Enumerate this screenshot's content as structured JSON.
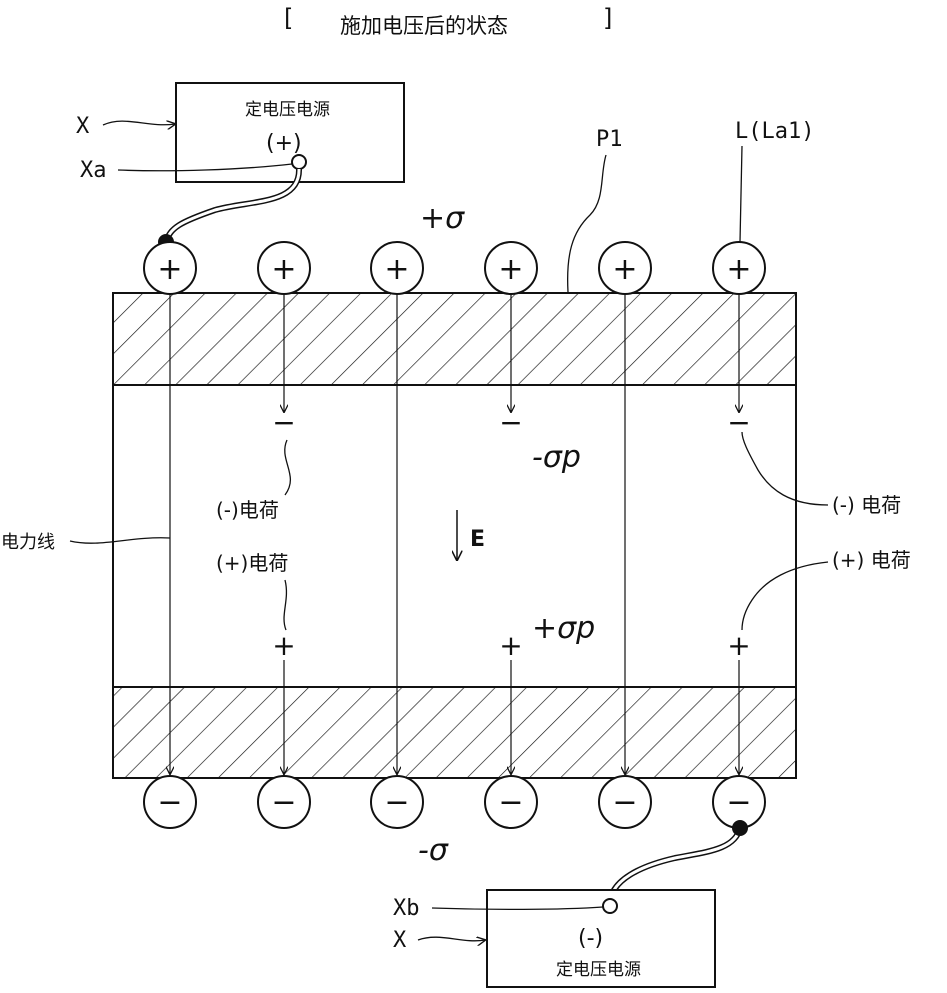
{
  "title": {
    "bracket_left": "[",
    "text": "施加电压后的状态",
    "bracket_right": "]"
  },
  "top_source": {
    "box_label": "定电压电源",
    "terminal": "(+)",
    "label_x": "X",
    "label_terminal": "Xa"
  },
  "bottom_source": {
    "box_label": "定电压电源",
    "terminal": "(-)",
    "label_x": "X",
    "label_terminal": "Xb"
  },
  "labels": {
    "p1": "P1",
    "l_la1": "L(La1)",
    "plus_sigma": "+σ",
    "minus_sigma": "-σ",
    "minus_sigma_p": "-σp",
    "plus_sigma_p": "+σp",
    "field": "E",
    "field_line": "电力线",
    "neg_charge_center": "(-)电荷",
    "pos_charge_center": "(+)电荷",
    "neg_charge_right": "(-) 电荷",
    "pos_charge_right": "(+) 电荷"
  },
  "top_charges": [
    "+",
    "+",
    "+",
    "+",
    "+",
    "+"
  ],
  "bottom_charges": [
    "−",
    "−",
    "−",
    "−",
    "−",
    "−"
  ],
  "upper_polar_charges": [
    "−",
    "−",
    "−"
  ],
  "lower_polar_charges": [
    "+",
    "+",
    "+"
  ],
  "colors": {
    "ink": "#111111",
    "background": "#ffffff"
  }
}
